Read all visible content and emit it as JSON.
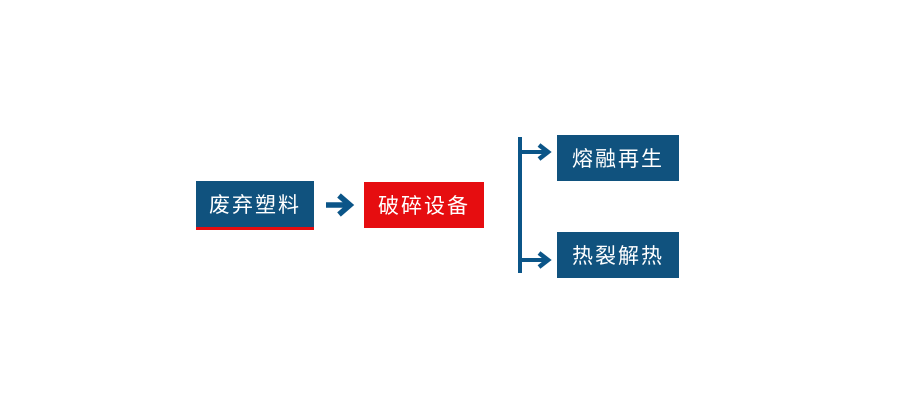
{
  "flowchart": {
    "nodes": [
      {
        "id": "waste-plastic",
        "label": "废弃塑料",
        "shape": "rect",
        "fill": "#10527E",
        "text_color": "#FFFFFF",
        "accent_underline": "#E60D10"
      },
      {
        "id": "crushing-equipment",
        "label": "破碎设备",
        "shape": "rect",
        "fill": "#E60D10",
        "text_color": "#FFFFFF"
      },
      {
        "id": "melt-regeneration",
        "label": "熔融再生",
        "shape": "rect",
        "fill": "#10527E",
        "text_color": "#FFFFFF"
      },
      {
        "id": "pyrolysis-heat",
        "label": "热裂解热",
        "shape": "rect",
        "fill": "#10527E",
        "text_color": "#FFFFFF"
      }
    ],
    "edges": [
      {
        "from": "waste-plastic",
        "to": "crushing-equipment",
        "style": "arrow"
      },
      {
        "from": "crushing-equipment",
        "to": "melt-regeneration",
        "style": "branch-arrow"
      },
      {
        "from": "crushing-equipment",
        "to": "pyrolysis-heat",
        "style": "branch-arrow"
      }
    ],
    "colors": {
      "connector_blue": "#0B5588",
      "node_blue": "#10527E",
      "node_red": "#E60D10",
      "background": "#FFFFFF",
      "label_text": "#FFFFFF"
    }
  }
}
